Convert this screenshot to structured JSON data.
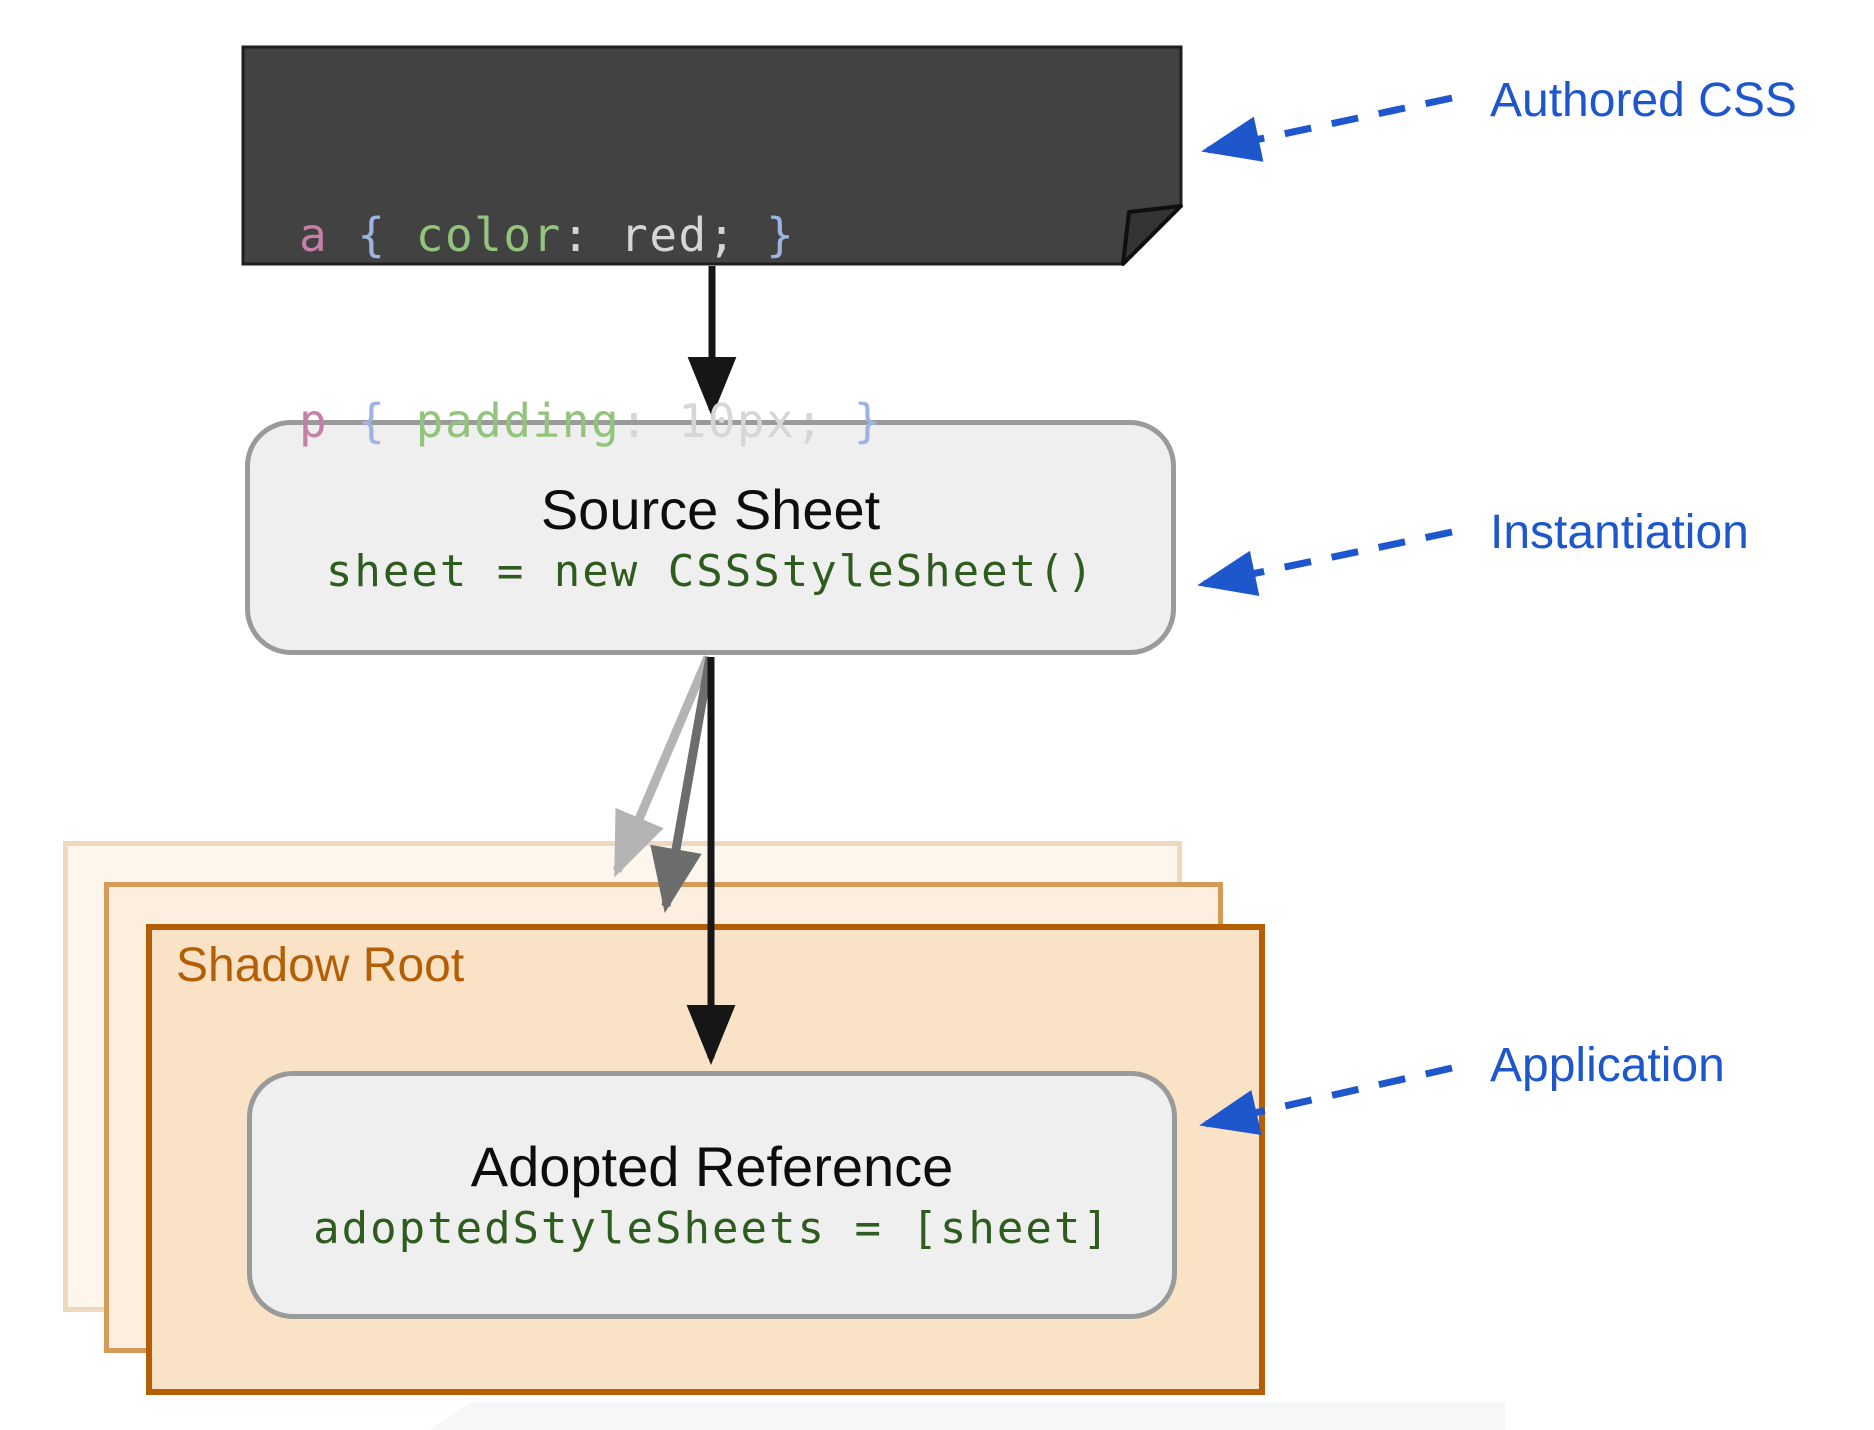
{
  "authored_sheet": {
    "line1": {
      "selector": "a ",
      "open_brace": "{ ",
      "property": "color",
      "colon": ": ",
      "value": "red; ",
      "close_brace": "}"
    },
    "line2": {
      "selector": "p ",
      "open_brace": "{ ",
      "property": "padding",
      "colon": ": ",
      "value": "10px; ",
      "close_brace": "}"
    }
  },
  "source_sheet": {
    "title": "Source Sheet",
    "code": "sheet = new CSSStyleSheet()"
  },
  "shadow_root": {
    "label": "Shadow Root"
  },
  "adopted_reference": {
    "title": "Adopted Reference",
    "code": "adoptedStyleSheets = [sheet]"
  },
  "annotations": {
    "authored": "Authored CSS",
    "instantiation": "Instantiation",
    "application": "Application"
  },
  "colors": {
    "annotation_blue": "#1e56cb",
    "shadow_orange_border": "#b45f06",
    "shadow_orange_fill": "#f9e2c5",
    "code_green": "#2e5c1e",
    "sheet_background": "#424242",
    "node_background": "#efefef",
    "node_border": "#9a9a9a",
    "token_selector_pink": "#c57fa8",
    "token_brace_blue": "#9db4e2",
    "token_property_green": "#93c47d",
    "token_value_gray": "#d6d6d6",
    "arrow_black": "#161616",
    "arrow_light_gray": "#b4b4b4",
    "arrow_dark_gray": "#6d6d6d"
  }
}
